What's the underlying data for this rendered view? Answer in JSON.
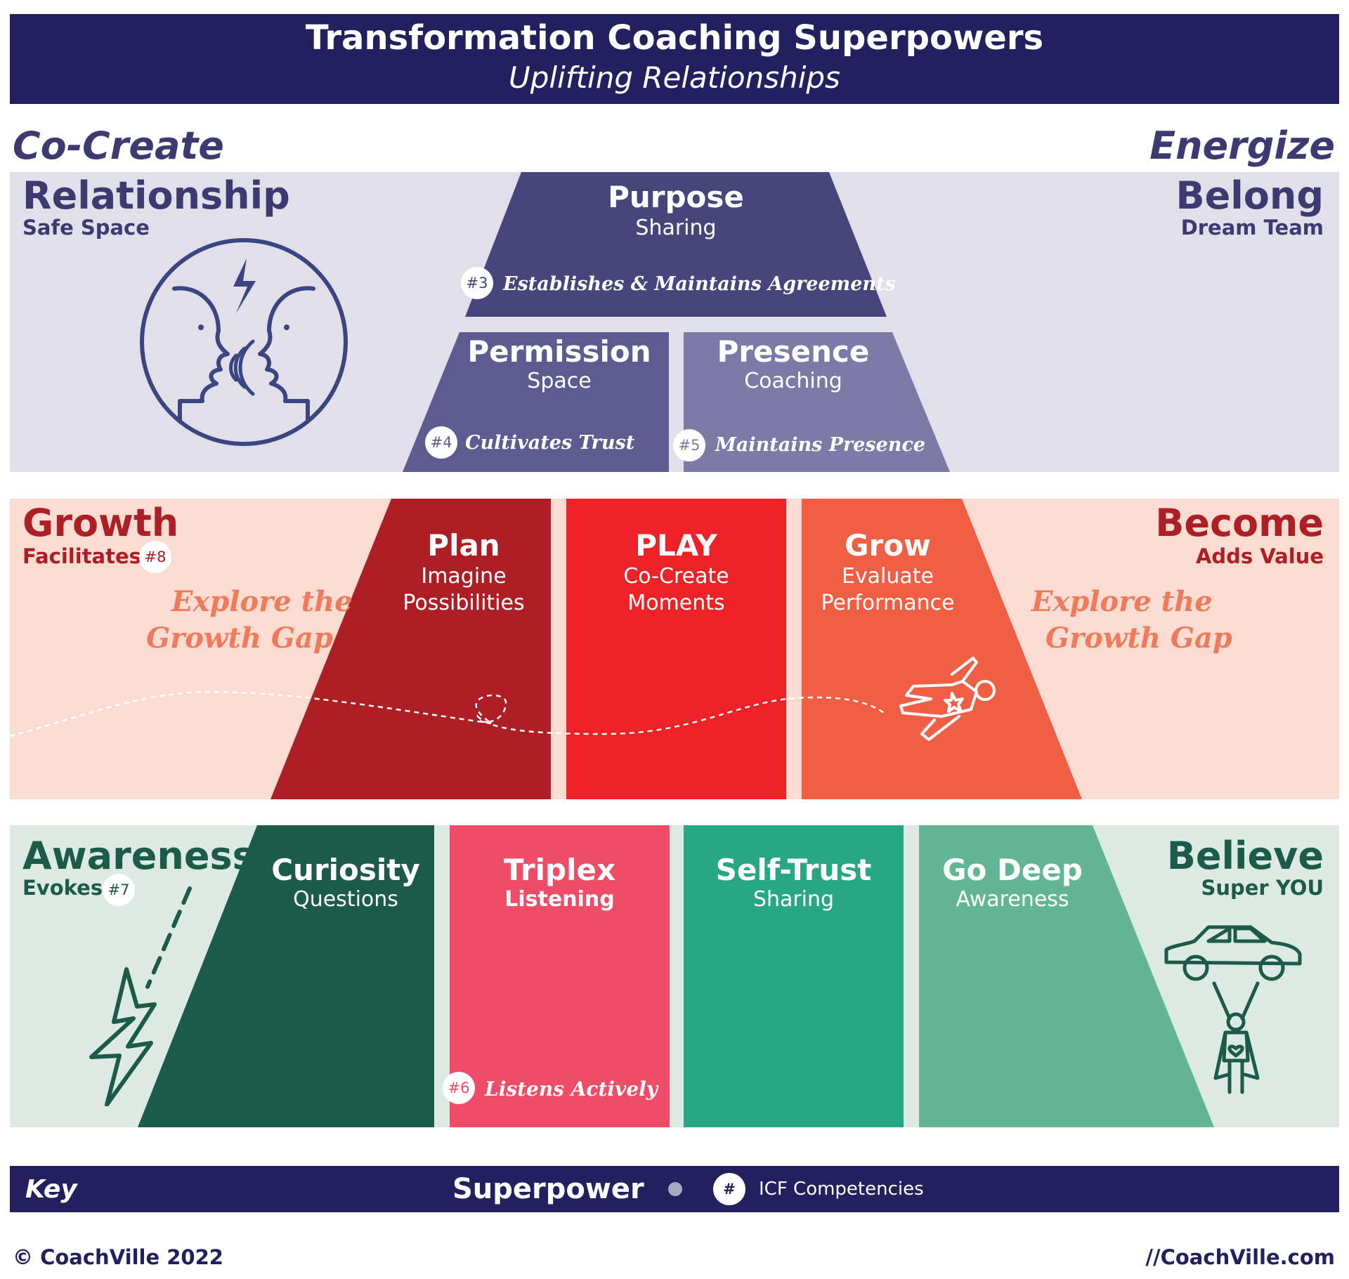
{
  "header": {
    "title": "Transformation Coaching Superpowers",
    "subtitle": "Uplifting Relationships"
  },
  "corners": {
    "left": "Co-Create",
    "right": "Energize"
  },
  "relationship_row": {
    "left": {
      "title": "Relationship",
      "subtitle": "Safe Space",
      "icon": "talking-heads-icon"
    },
    "right": {
      "title": "Belong",
      "subtitle": "Dream Team"
    },
    "purpose": {
      "title": "Purpose",
      "subtitle": "Sharing",
      "badge": "#3",
      "competency": "Establishes & Maintains Agreements"
    },
    "permission": {
      "title": "Permission",
      "subtitle": "Space",
      "badge": "#4",
      "competency": "Cultivates Trust"
    },
    "presence": {
      "title": "Presence",
      "subtitle": "Coaching",
      "badge": "#5",
      "competency": "Maintains Presence"
    }
  },
  "growth_row": {
    "left": {
      "title": "Growth",
      "subtitle": "Facilitates",
      "badge": "#8",
      "explore_1": "Explore the",
      "explore_2": "Growth Gap"
    },
    "right": {
      "title": "Become",
      "subtitle": "Adds Value",
      "explore_1": "Explore the",
      "explore_2": "Growth Gap",
      "icon": "flying-superhero-icon"
    },
    "plan": {
      "title": "Plan",
      "line1": "Imagine",
      "line2": "Possibilities"
    },
    "play": {
      "title": "PLAY",
      "line1": "Co-Create",
      "line2": "Moments"
    },
    "grow": {
      "title": "Grow",
      "line1": "Evaluate",
      "line2": "Performance"
    }
  },
  "awareness_row": {
    "left": {
      "title": "Awareness",
      "subtitle": "Evokes",
      "badge": "#7",
      "icon": "lightning-bolt-icon"
    },
    "right": {
      "title": "Believe",
      "subtitle": "Super YOU",
      "icon": "superhero-lifting-car-icon"
    },
    "curiosity": {
      "title": "Curiosity",
      "subtitle": "Questions"
    },
    "triplex": {
      "title": "Triplex",
      "subtitle": "Listening",
      "badge": "#6",
      "competency": "Listens Actively"
    },
    "selftrust": {
      "title": "Self-Trust",
      "subtitle": "Sharing"
    },
    "godeep": {
      "title": "Go Deep",
      "subtitle": "Awareness"
    }
  },
  "key": {
    "label": "Key",
    "superpower": "Superpower",
    "badge": "#",
    "competencies": "ICF Competencies"
  },
  "footer": {
    "copyright": "© CoachVille 2022",
    "url": "//CoachVille.com"
  },
  "colors": {
    "navy": "#232060",
    "lavender_bg": "#e0dfea",
    "purpose": "#47457c",
    "permission": "#5e5b91",
    "presence": "#7d7aa8",
    "peach_bg": "#fbdcd2",
    "plan": "#ad1f24",
    "play": "#ec2227",
    "grow": "#f15e44",
    "mint_bg": "#dde9e3",
    "curiosity": "#1c5a4a",
    "triplex": "#ef4c67",
    "selftrust": "#28a785",
    "godeep": "#62b595"
  }
}
